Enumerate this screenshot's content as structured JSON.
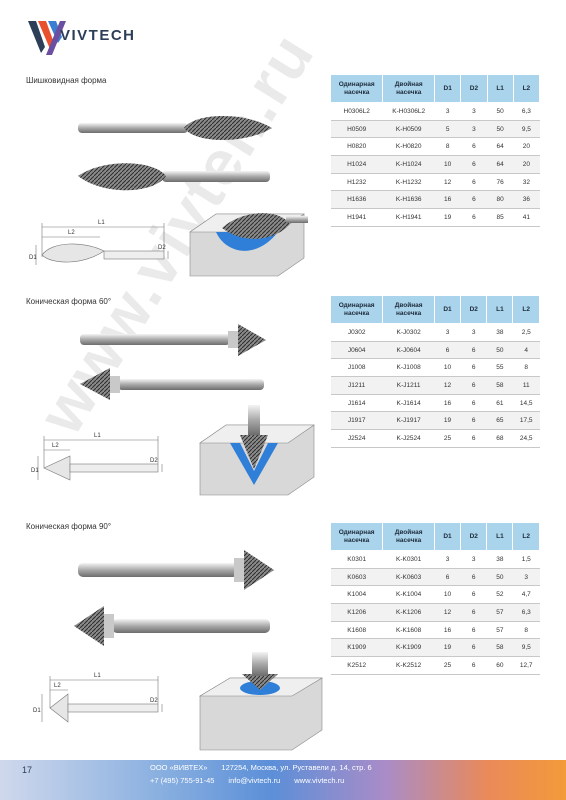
{
  "brand": {
    "name": "VIVTECH"
  },
  "watermark": "www.vivteh.ru",
  "columns": [
    "Одинарная насечка",
    "Двойная насечка",
    "D1",
    "D2",
    "L1",
    "L2"
  ],
  "sections": [
    {
      "title": "Шишковидная форма",
      "rows": [
        [
          "H0306L2",
          "K-H0306L2",
          "3",
          "3",
          "50",
          "6,3"
        ],
        [
          "H0509",
          "K-H0509",
          "5",
          "3",
          "50",
          "9,5"
        ],
        [
          "H0820",
          "K-H0820",
          "8",
          "6",
          "64",
          "20"
        ],
        [
          "H1024",
          "K-H1024",
          "10",
          "6",
          "64",
          "20"
        ],
        [
          "H1232",
          "K-H1232",
          "12",
          "6",
          "76",
          "32"
        ],
        [
          "H1636",
          "K-H1636",
          "16",
          "6",
          "80",
          "36"
        ],
        [
          "H1941",
          "K-H1941",
          "19",
          "6",
          "85",
          "41"
        ]
      ]
    },
    {
      "title": "Коническая форма 60°",
      "rows": [
        [
          "J0302",
          "K-J0302",
          "3",
          "3",
          "38",
          "2,5"
        ],
        [
          "J0604",
          "K-J0604",
          "6",
          "6",
          "50",
          "4"
        ],
        [
          "J1008",
          "K-J1008",
          "10",
          "6",
          "55",
          "8"
        ],
        [
          "J1211",
          "K-J1211",
          "12",
          "6",
          "58",
          "11"
        ],
        [
          "J1614",
          "K-J1614",
          "16",
          "6",
          "61",
          "14,5"
        ],
        [
          "J1917",
          "K-J1917",
          "19",
          "6",
          "65",
          "17,5"
        ],
        [
          "J2524",
          "K-J2524",
          "25",
          "6",
          "68",
          "24,5"
        ]
      ]
    },
    {
      "title": "Коническая форма 90°",
      "rows": [
        [
          "K0301",
          "K-K0301",
          "3",
          "3",
          "38",
          "1,5"
        ],
        [
          "K0603",
          "K-K0603",
          "6",
          "6",
          "50",
          "3"
        ],
        [
          "K1004",
          "K-K1004",
          "10",
          "6",
          "52",
          "4,7"
        ],
        [
          "K1206",
          "K-K1206",
          "12",
          "6",
          "57",
          "6,3"
        ],
        [
          "K1608",
          "K-K1608",
          "16",
          "6",
          "57",
          "8"
        ],
        [
          "K1909",
          "K-K1909",
          "19",
          "6",
          "58",
          "9,5"
        ],
        [
          "K2512",
          "K-K2512",
          "25",
          "6",
          "60",
          "12,7"
        ]
      ]
    }
  ],
  "dim_labels": {
    "l1": "L1",
    "l2": "L2",
    "d1": "D1",
    "d2": "D2"
  },
  "footer": {
    "page": "17",
    "company": "ООО «ВИВТЕХ»",
    "address": "127254, Москва, ул. Руставели д. 14, стр. 6",
    "phone": "+7 (495) 755-91-45",
    "email": "info@vivtech.ru",
    "site": "www.vivtech.ru"
  },
  "colors": {
    "accent": "#aad4ec",
    "brand": "#2d3e58",
    "highlight": "#2f7fd8"
  }
}
